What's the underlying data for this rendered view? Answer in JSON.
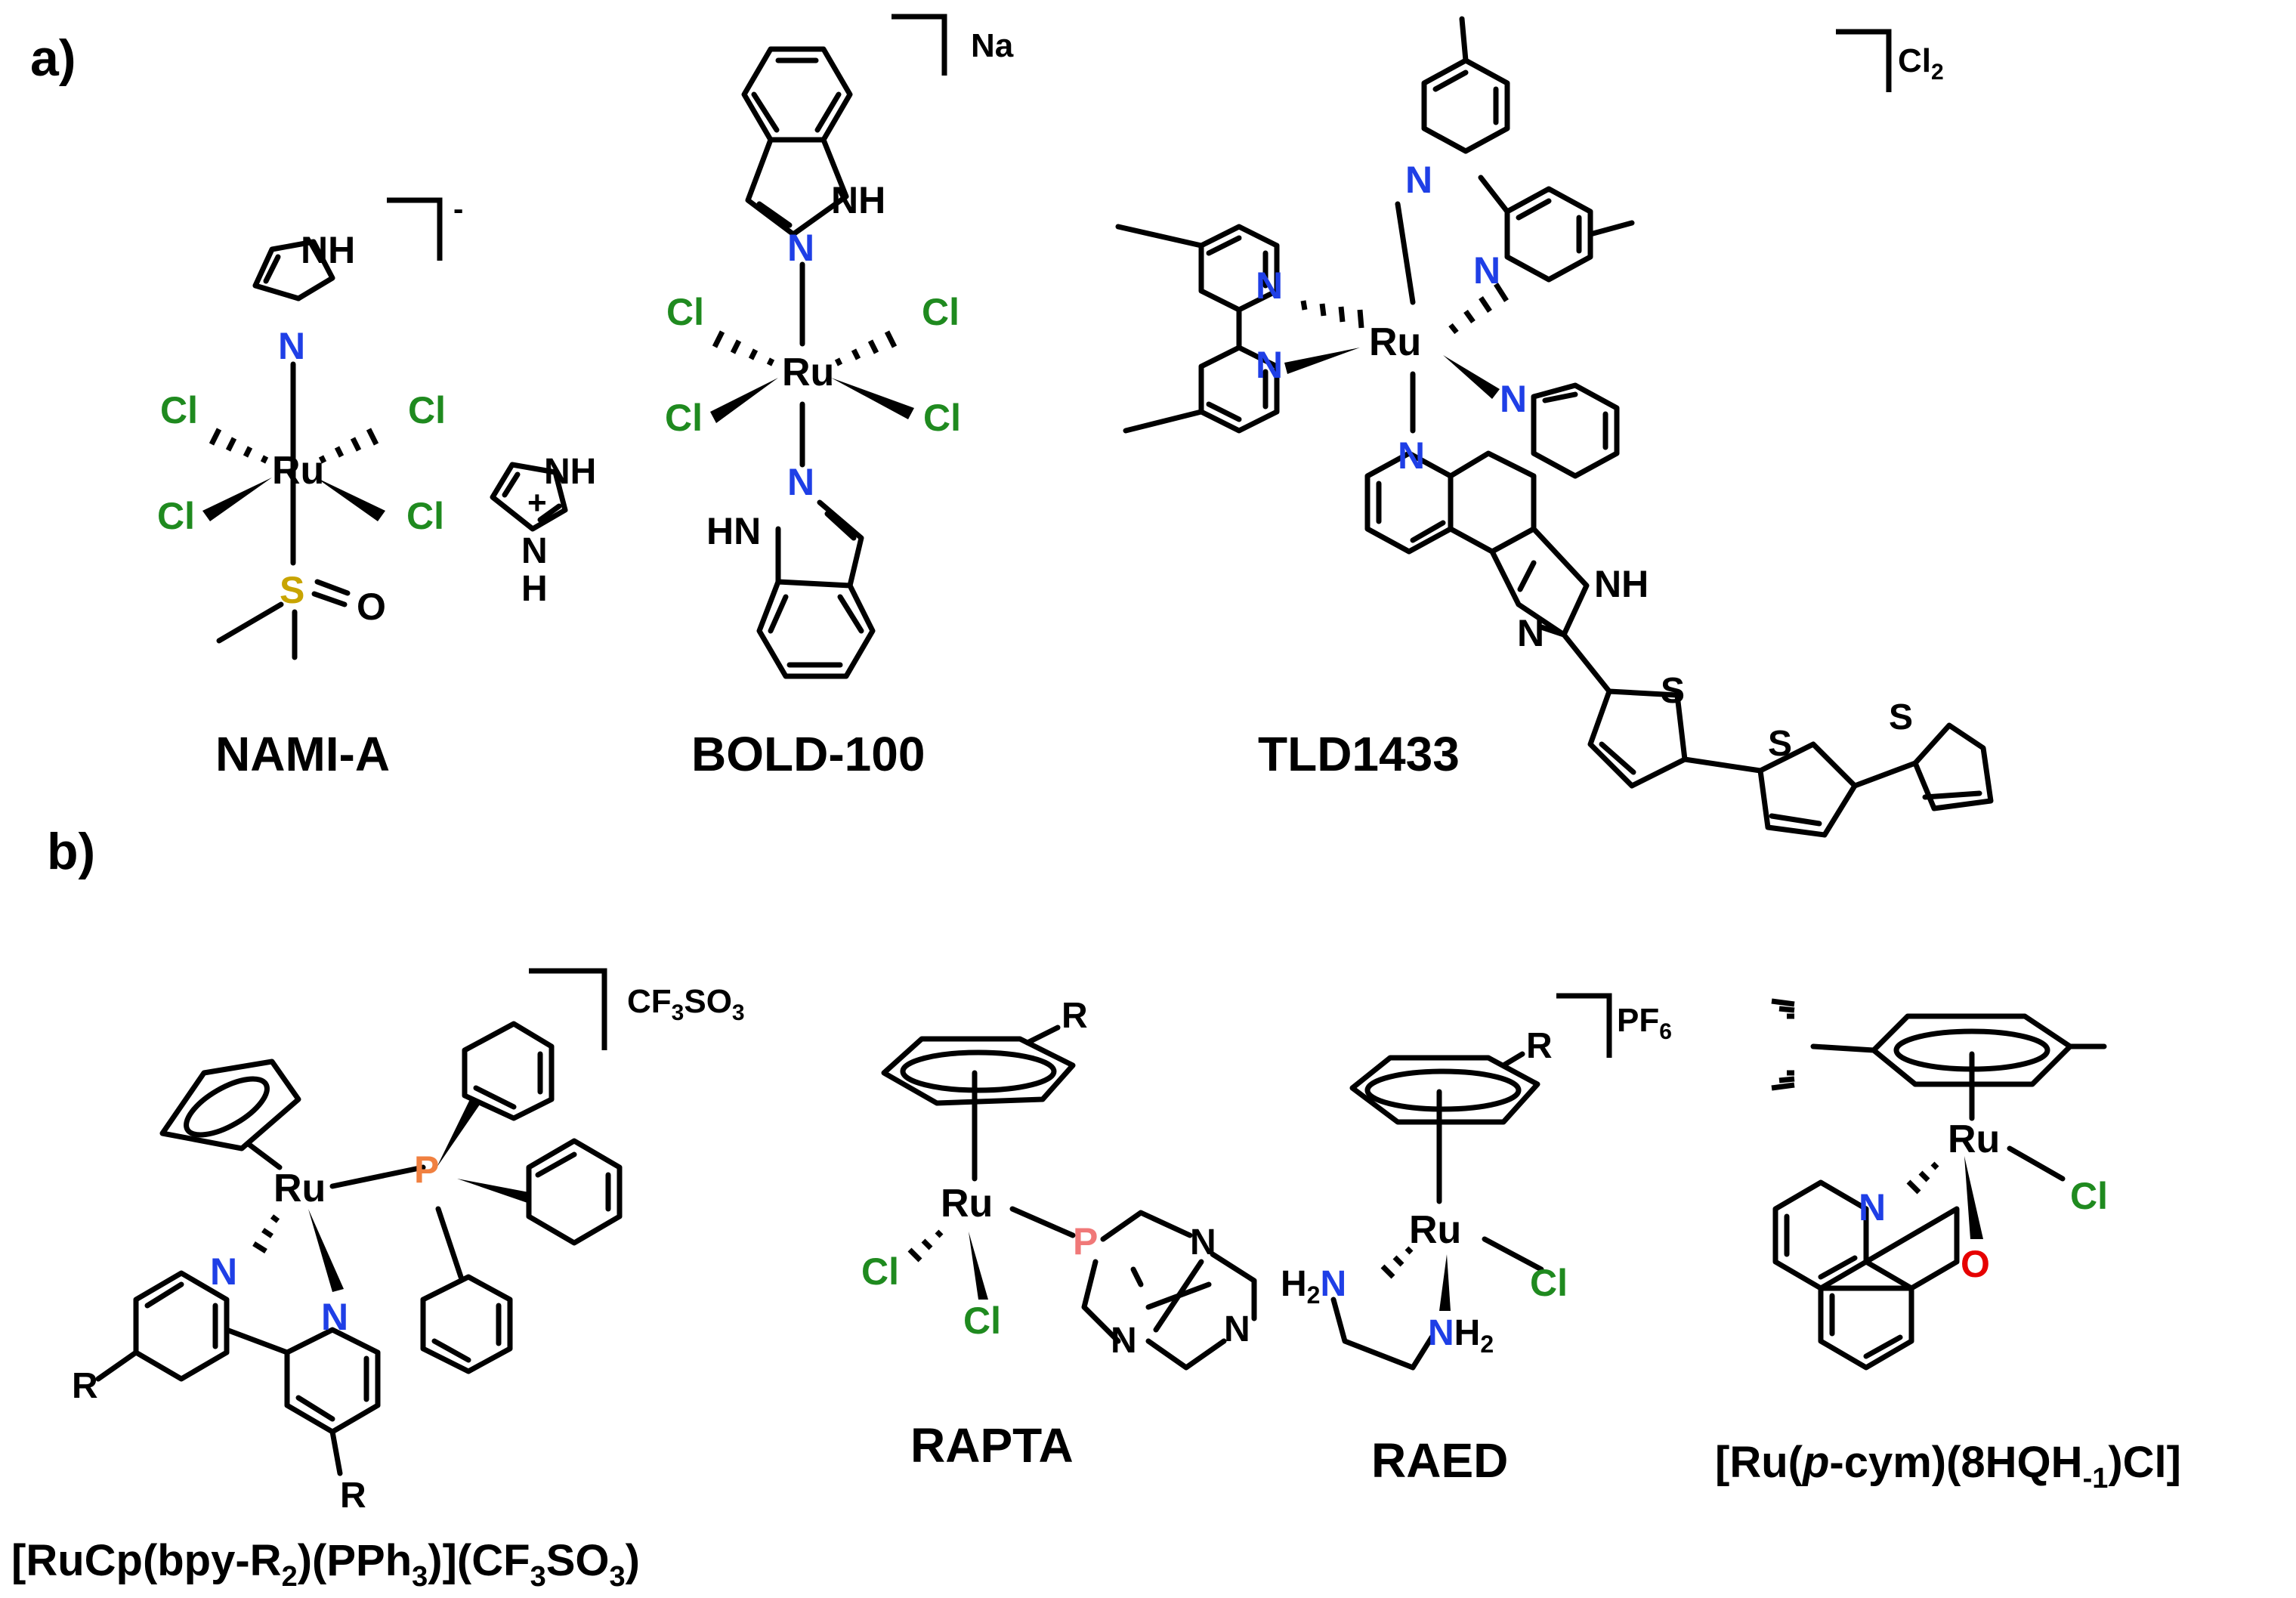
{
  "panel_labels": {
    "a": "a)",
    "b": "b)"
  },
  "compounds": {
    "nami_a": {
      "name": "NAMI-A",
      "charge": "-",
      "cation_nh_top": "NH",
      "cation_nh_bottom": "H",
      "cation_n": "N",
      "cation_plus": "+"
    },
    "bold_100": {
      "name": "BOLD-100",
      "counter_ion": "Na"
    },
    "tld1433": {
      "name": "TLD1433",
      "counter_ion": "Cl",
      "counter_ion_sub": "2"
    },
    "rucp": {
      "name_parts": [
        "[RuCp(bpy-R",
        "2",
        ")(PPh",
        "3",
        ")](CF",
        "3",
        "SO",
        "3",
        ")"
      ],
      "counter_ion_parts": [
        "CF",
        "3",
        "SO",
        "3"
      ]
    },
    "rapta": {
      "name": "RAPTA"
    },
    "raed": {
      "name": "RAED",
      "counter_ion": "PF",
      "counter_ion_sub": "6"
    },
    "ru_pcym": {
      "name_parts": [
        "[Ru(",
        "p",
        "-cym)(8HQH",
        "-1",
        ")Cl]"
      ]
    }
  },
  "atoms": {
    "ru": "Ru",
    "cl": "Cl",
    "n": "N",
    "nh": "NH",
    "hn": "HN",
    "s": "S",
    "o": "O",
    "p": "P",
    "r": "R",
    "h2n": "H",
    "nh2": "NH",
    "sub2": "2"
  },
  "colors": {
    "nitrogen": "#1f3fe6",
    "chlorine": "#1f8a1f",
    "sulfur": "#c8a400",
    "phosphorus_pph3": "#f08040",
    "phosphorus_pta": "#f07878",
    "oxygen": "#e60000",
    "bond": "#000000"
  }
}
